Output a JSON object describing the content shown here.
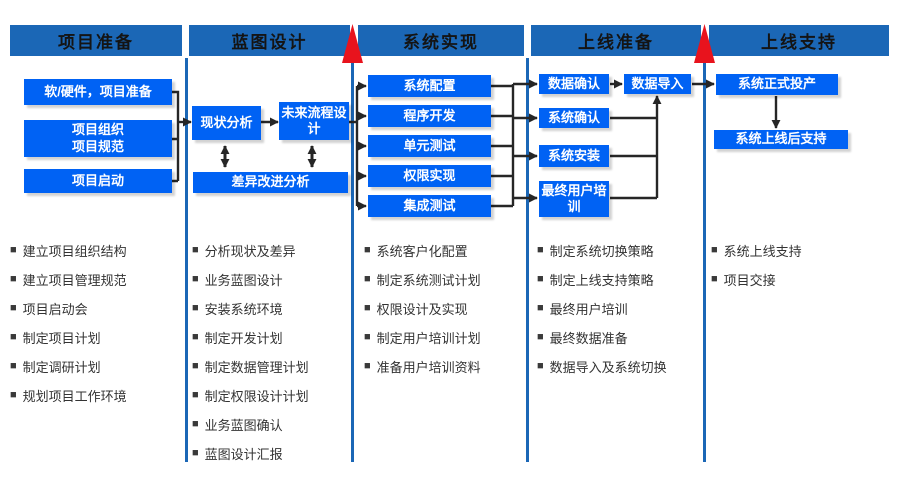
{
  "icons": {
    "bullet": "■"
  },
  "colors": {
    "header_bar": "#1B67B6",
    "phase_divider": "#1B67B6",
    "task_box": "#0062F4",
    "task_box_text": "#FFFFFF",
    "milestone_triangle": "#E8131D",
    "connector": "#262626",
    "header_text": "#141414",
    "task_text": "#333333"
  },
  "phases": [
    {
      "title": "项目准备",
      "boxes": [
        "软/硬件，项目准备",
        "项目组织\n项目规范",
        "项目启动"
      ],
      "tasks": [
        "建立项目组织结构",
        "建立项目管理规范",
        "项目启动会",
        "制定项目计划",
        "制定调研计划",
        "规划项目工作环境"
      ]
    },
    {
      "title": "蓝图设计",
      "boxes": [
        "现状分析",
        "未来流程设计",
        "差异改进分析"
      ],
      "tasks": [
        "分析现状及差异",
        "业务蓝图设计",
        "安装系统环境",
        "制定开发计划",
        "制定数据管理计划",
        "制定权限设计计划",
        "业务蓝图确认",
        "蓝图设计汇报"
      ]
    },
    {
      "title": "系统实现",
      "boxes": [
        "系统配置",
        "程序开发",
        "单元测试",
        "权限实现",
        "集成测试"
      ],
      "tasks": [
        "系统客户化配置",
        "制定系统测试计划",
        "权限设计及实现",
        "制定用户培训计划",
        "准备用户培训资料"
      ]
    },
    {
      "title": "上线准备",
      "boxes": [
        "数据确认",
        "数据导入",
        "系统确认",
        "系统安装",
        "最终用户培训"
      ],
      "tasks": [
        "制定系统切换策略",
        "制定上线支持策略",
        "最终用户培训",
        "最终数据准备",
        "数据导入及系统切换"
      ]
    },
    {
      "title": "上线支持",
      "boxes": [
        "系统正式投产",
        "系统上线后支持"
      ],
      "tasks": [
        "系统上线支持",
        "项目交接"
      ]
    }
  ]
}
